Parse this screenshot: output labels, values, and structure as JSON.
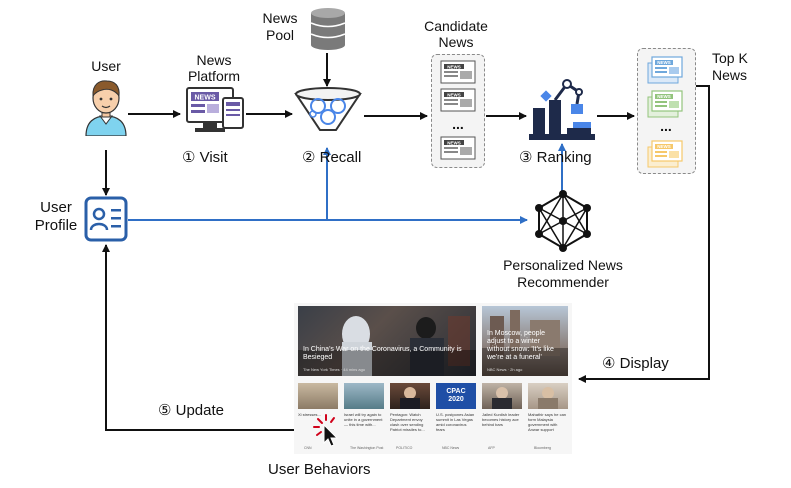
{
  "labels": {
    "user": "User",
    "news_platform": "News\nPlatform",
    "news_pool": "News\nPool",
    "candidate_news": "Candidate\nNews",
    "top_k_news": "Top K\nNews",
    "user_profile": "User\nProfile",
    "personalized_recommender": "Personalized News\nRecommender",
    "user_behaviors": "User Behaviors"
  },
  "steps": {
    "visit": "① Visit",
    "recall": "② Recall",
    "ranking": "③ Ranking",
    "display": "④ Display",
    "update": "⑤ Update"
  },
  "news_card_text": "NEWS",
  "ellipsis": "...",
  "colors": {
    "arrow_black": "#111111",
    "arrow_blue": "#2f6fc6",
    "profile_blue": "#2a5fa8",
    "platform_purple": "#6a5aa6",
    "recall_blue": "#4a86e8",
    "topk_blue": "#6fa8dc",
    "topk_green": "#93c47d",
    "topk_yellow": "#f6d58e"
  },
  "feed": {
    "hero": [
      {
        "caption": "In China's War on the Coronavirus, a Community is Besieged",
        "source": "The New York Times · 44 mins ago"
      },
      {
        "caption": "In Moscow, people adjust to a winter without snow: 'It's like we're at a funeral'",
        "source": "NBC News · 2h ago"
      }
    ],
    "thumbs": [
      {
        "caption": "Xi stresses…",
        "source": "CNN"
      },
      {
        "caption": "Israel will try again to unite in a government — this time with...",
        "source": "The Washington Post"
      },
      {
        "caption": "Pentagon: Watch Department envoy clash over sending Patriot missiles to...",
        "source": "POLITICO"
      },
      {
        "caption": "U.S. postpones Asian summit in Las Vegas amid coronavirus fears",
        "source": "NBC News"
      },
      {
        "caption": "Jailed Kurdish leader becomes history ace behind bars",
        "source": "AFP"
      },
      {
        "caption": "Mahathir says he can form Malaysia government with Anwar support",
        "source": "Bloomberg"
      }
    ],
    "cpac_badge": "CPAC 2020"
  }
}
